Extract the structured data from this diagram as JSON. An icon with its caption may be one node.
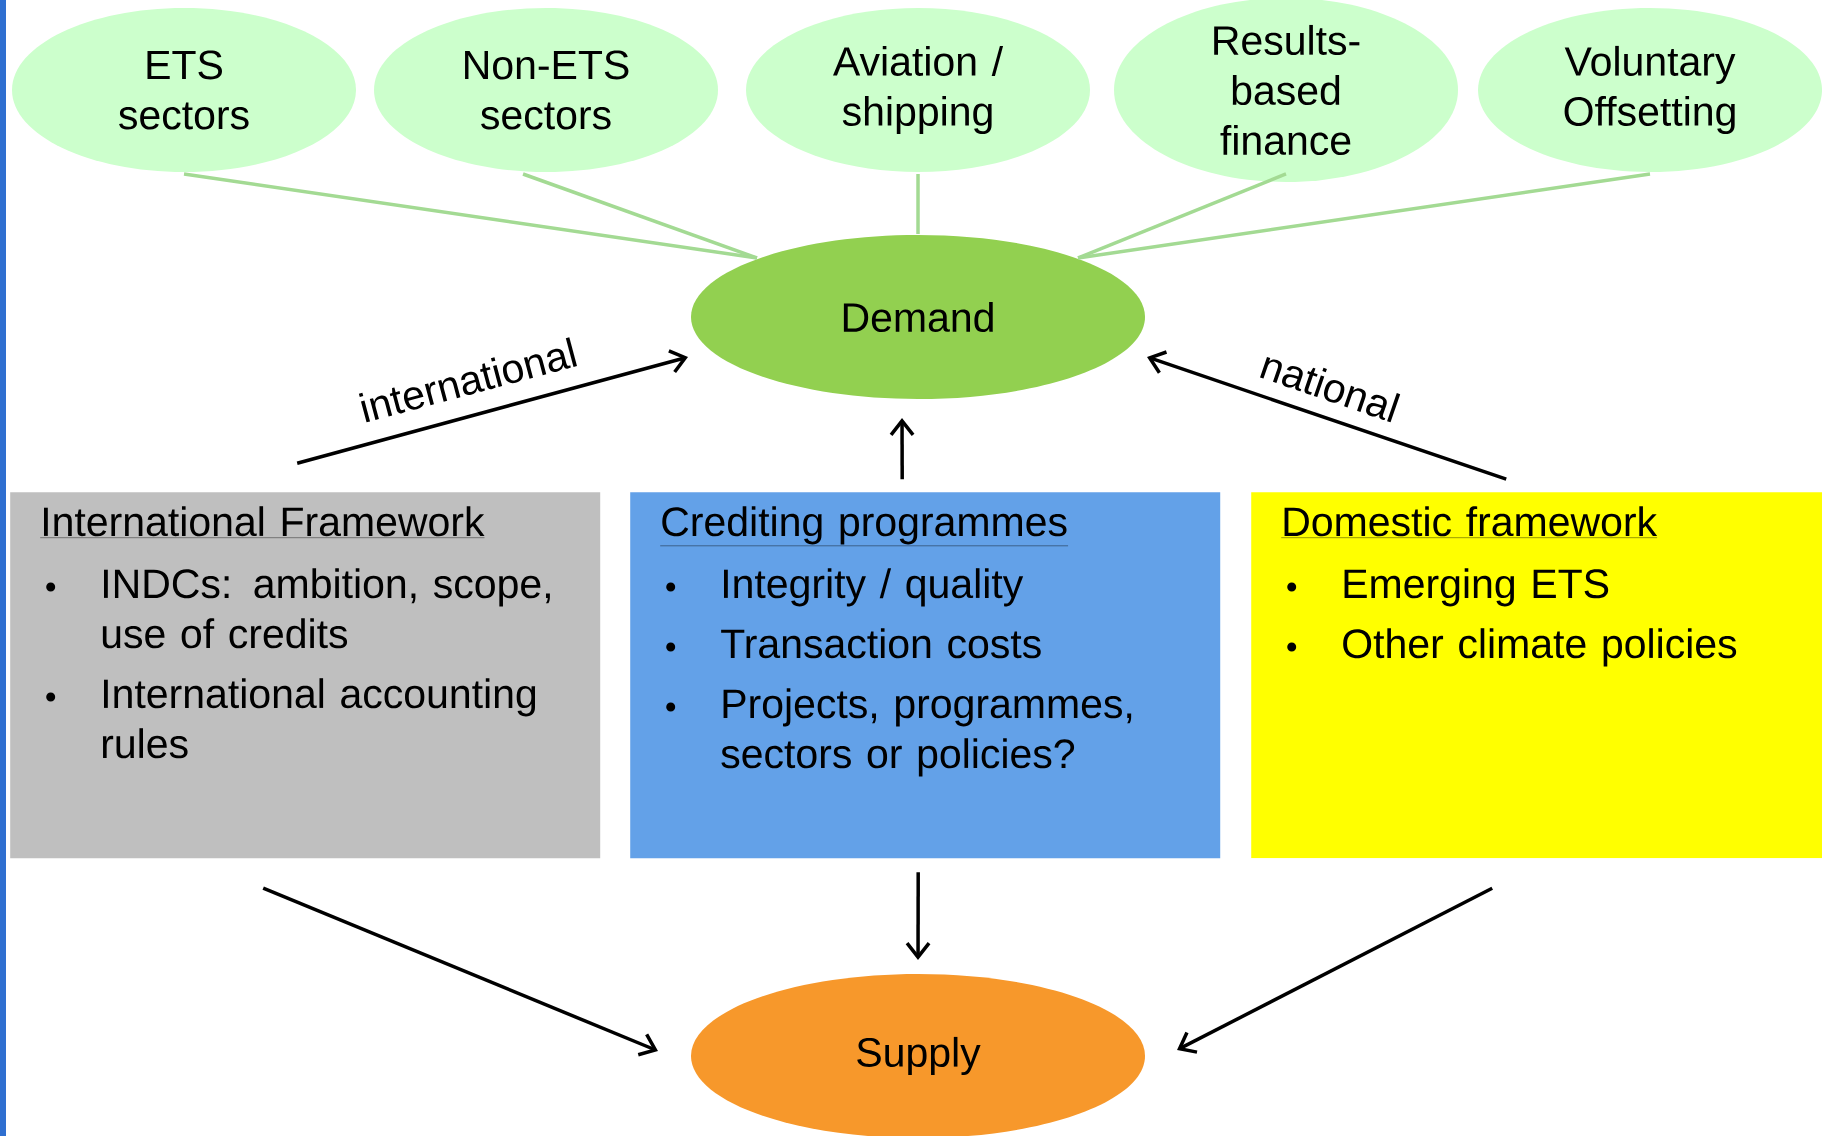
{
  "diagram": {
    "nodes": [
      {
        "text": [
          "ETS sectors"
        ]
      },
      {
        "text": [
          "Non-ETS sectors"
        ]
      },
      {
        "text": [
          "Aviation / shipping"
        ]
      },
      {
        "text": [
          "Results-based finance"
        ]
      },
      {
        "text": [
          "Voluntary Offsetting"
        ]
      },
      {
        "text": [
          "Demand"
        ]
      },
      {
        "text": [
          "International Framework",
          "INDCs: ambition, scope, use of credits",
          "International accounting rules"
        ]
      },
      {
        "text": [
          "Crediting programmes",
          "Integrity / quality",
          "Transaction costs",
          "Projects, programmes, sectors or policies?"
        ]
      },
      {
        "text": [
          "Domestic framework",
          "Emerging ETS",
          "Other climate policies"
        ]
      },
      {
        "text": [
          "Supply"
        ]
      }
    ],
    "edges": [
      {
        "from": 0,
        "to": 5,
        "arrow": "none",
        "color": "#a3da93"
      },
      {
        "from": 1,
        "to": 5,
        "arrow": "none",
        "color": "#a3da93"
      },
      {
        "from": 2,
        "to": 5,
        "arrow": "none",
        "color": "#a3da93"
      },
      {
        "from": 3,
        "to": 5,
        "arrow": "none",
        "color": "#a3da93"
      },
      {
        "from": 4,
        "to": 5,
        "arrow": "none",
        "color": "#a3da93"
      },
      {
        "from": 6,
        "to": 5,
        "arrow": "to",
        "label": "international"
      },
      {
        "from": 7,
        "to": 5,
        "arrow": "to"
      },
      {
        "from": 8,
        "to": 5,
        "arrow": "to",
        "label": "national"
      },
      {
        "from": 6,
        "to": 9,
        "arrow": "to"
      },
      {
        "from": 7,
        "to": 9,
        "arrow": "to"
      },
      {
        "from": 8,
        "to": 9,
        "arrow": "to"
      }
    ]
  }
}
